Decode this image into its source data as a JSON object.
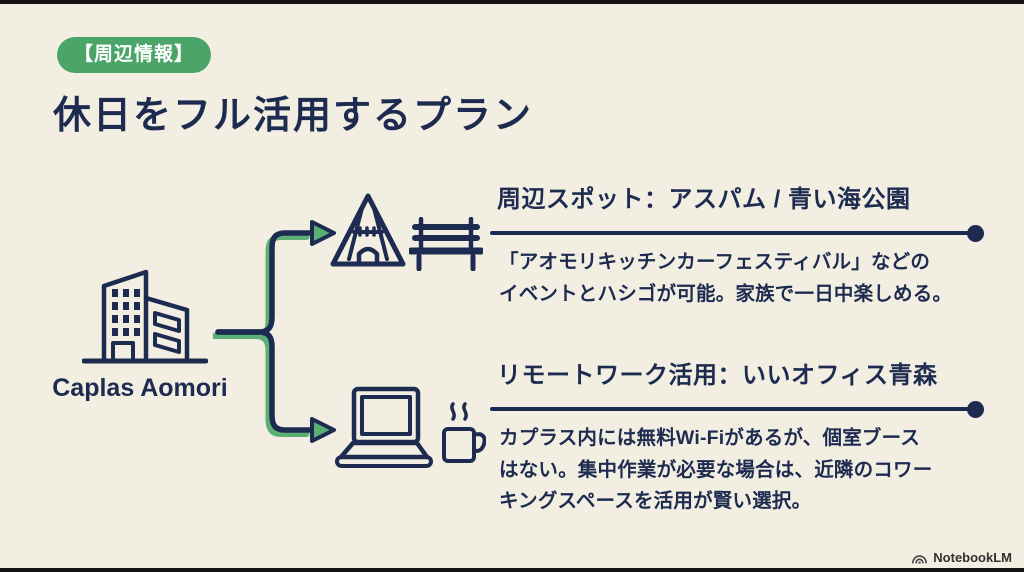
{
  "slide": {
    "background": "#f2efe2",
    "edge_bar_color": "#131313"
  },
  "badge": {
    "label": "【周辺情報】",
    "bg": "#4ba568",
    "text_color": "#ffffff"
  },
  "title": {
    "text": "休日をフル活用するプラン",
    "color": "#1e2b50"
  },
  "source": {
    "label": "Caplas Aomori",
    "icon": "building-icon"
  },
  "branches": [
    {
      "heading": "周辺スポット：アスパム / 青い海公園",
      "body": "「アオモリキッチンカーフェスティバル」などの\nイベントとハシゴが可能。家族で一日中楽しめる。",
      "icons": [
        "tent-icon",
        "bench-icon"
      ]
    },
    {
      "heading": "リモートワーク活用：いいオフィス青森",
      "body": "カプラス内には無料Wi-Fiがあるが、個室ブース\nはない。集中作業が必要な場合は、近隣のコワー\nキングスペースを活用が賢い選択。",
      "icons": [
        "laptop-icon",
        "coffee-cup-icon"
      ]
    }
  ],
  "footer": {
    "brand": "NotebookLM",
    "icon": "notebooklm-logo-icon"
  },
  "colors": {
    "navy": "#1e2b50",
    "green": "#4ba568",
    "connector_green": "#5bae74",
    "background": "#f2efe2"
  }
}
